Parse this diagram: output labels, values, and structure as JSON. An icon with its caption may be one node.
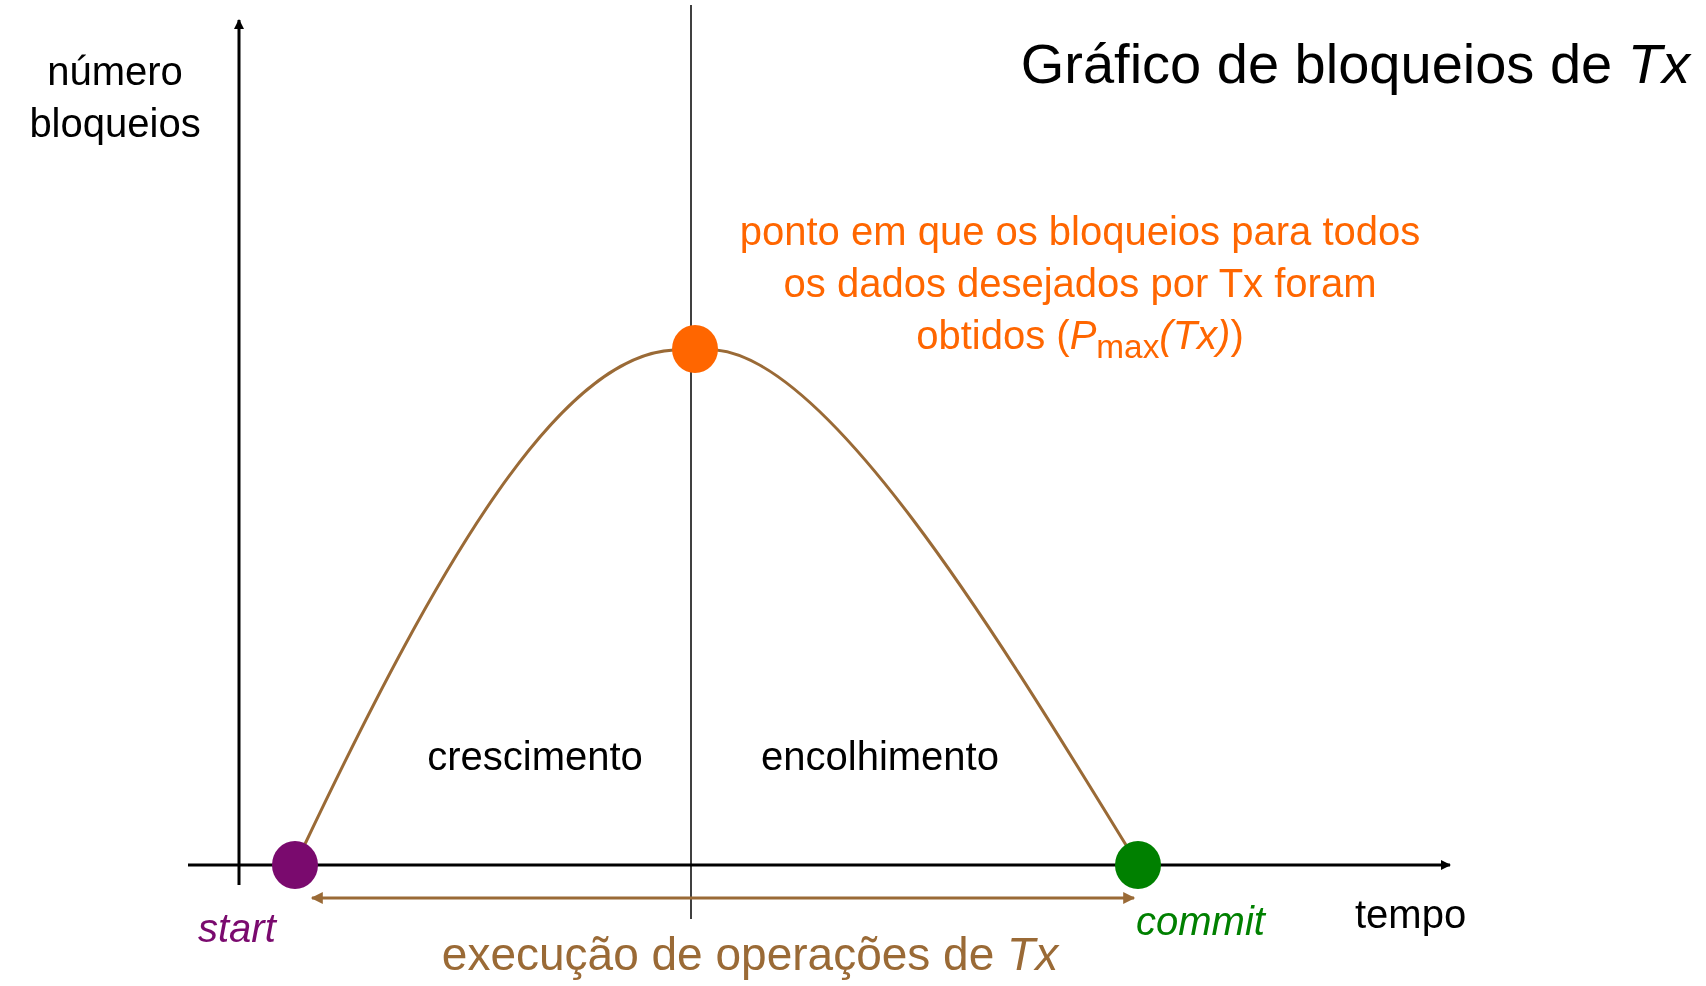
{
  "diagram": {
    "title": "Gráfico de bloqueios de *Tx*",
    "nodes": [
      {
        "text": [],
        "shape": "circle",
        "beside": [
          "start"
        ]
      },
      {
        "text": [],
        "shape": "circle",
        "beside": [
          "ponto em que os bloqueios para todos os dados desejados por Tx foram obtidos (*P*$_{max}$*(Tx)*)"
        ]
      },
      {
        "text": [],
        "shape": "circle",
        "beside": [
          "commit"
        ]
      }
    ],
    "edges": [
      {
        "from": 0,
        "to": 1,
        "arrow": "none"
      },
      {
        "from": 1,
        "to": 2,
        "arrow": "none"
      },
      {
        "from": 0,
        "to": 2,
        "arrow": "both",
        "label": "execução de operações de *Tx*"
      }
    ],
    "labels": [
      "número bloqueios",
      "tempo",
      "crescimento",
      "encolhimento"
    ]
  }
}
